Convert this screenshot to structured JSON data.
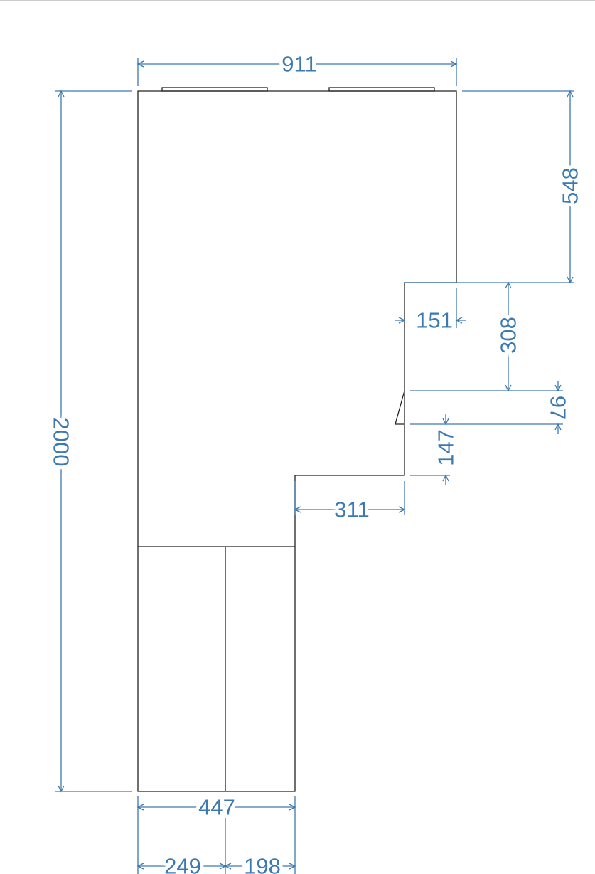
{
  "drawing": {
    "dimensions": {
      "overall_width": "911",
      "overall_height": "2000",
      "upper_right_height": "548",
      "step_offset": "151",
      "step_height": "308",
      "notch_height": "97",
      "lower_step_height": "147",
      "lower_step_width": "311",
      "base_width": "447",
      "base_left_width": "249",
      "base_right_width": "198"
    },
    "colors": {
      "dimension": "#3d79b1",
      "outline": "#222222"
    }
  }
}
